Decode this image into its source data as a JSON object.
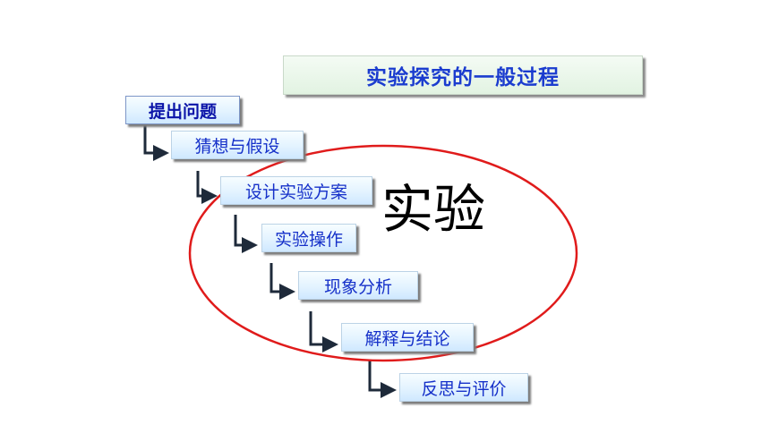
{
  "diagram": {
    "title": "实验探究的一般过程",
    "steps": [
      "提出问题",
      "猜想与假设",
      "设计实验方案",
      "实验操作",
      "现象分析",
      "解释与结论",
      "反思与评价"
    ],
    "highlight_label": "实验",
    "colors": {
      "step_text": "#1530c9",
      "title_text": "#1b3ccf",
      "ellipse": "#e01b1b",
      "connector": "#1e2a3a"
    }
  }
}
